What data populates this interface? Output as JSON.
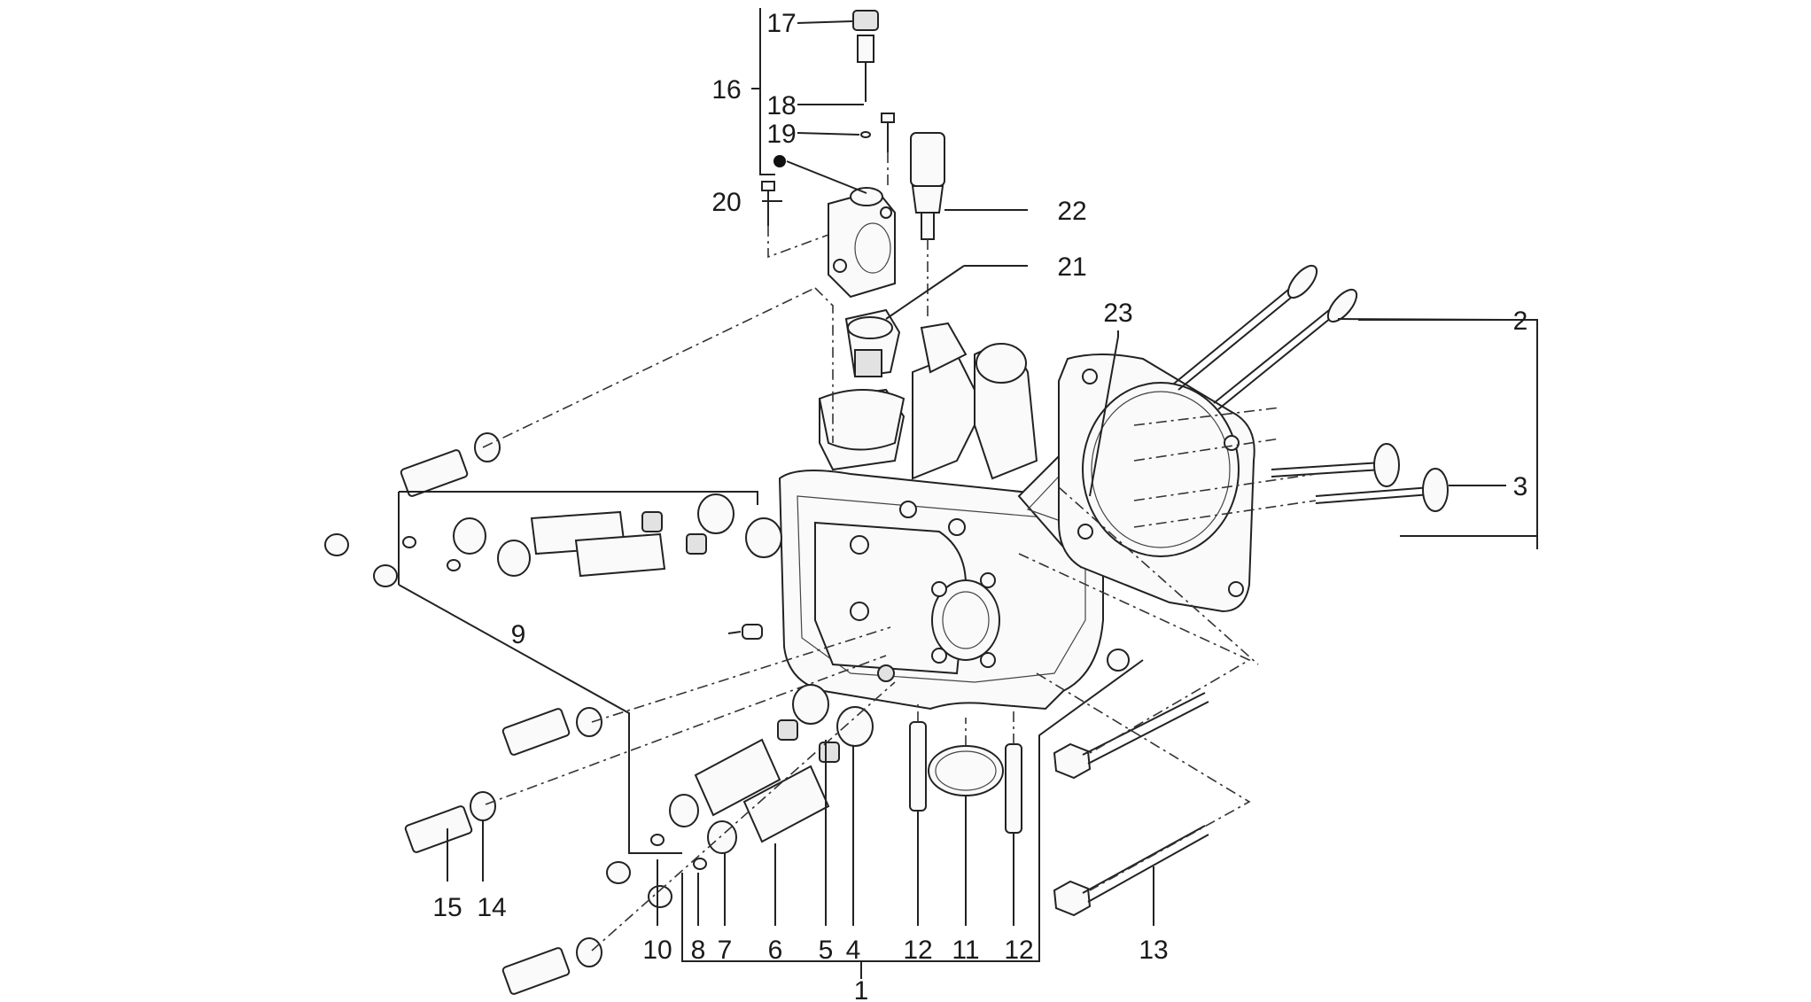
{
  "labels": {
    "l1": "1",
    "l2": "2",
    "l3": "3",
    "l4": "4",
    "l5": "5",
    "l6": "6",
    "l7": "7",
    "l8": "8",
    "l9": "9",
    "l10": "10",
    "l11": "11",
    "l12a": "12",
    "l12b": "12",
    "l13": "13",
    "l14": "14",
    "l15": "15",
    "l16": "16",
    "l17": "17",
    "l18": "18",
    "l19": "19",
    "l20": "20",
    "l21": "21",
    "l22": "22",
    "l23": "23"
  },
  "colors": {
    "line": "#222222",
    "background": "#ffffff"
  }
}
